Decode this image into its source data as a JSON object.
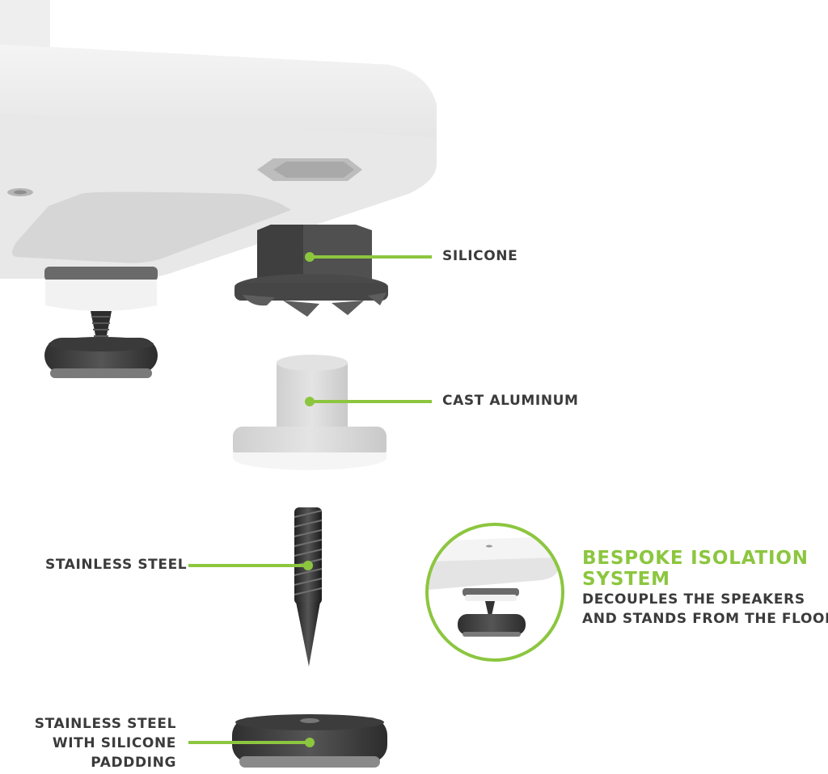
{
  "callouts": {
    "silicone": "SILICONE",
    "cast_aluminum": "CAST ALUMINUM",
    "stainless_steel": "STAINLESS STEEL",
    "pad_line1": "STAINLESS STEEL",
    "pad_line2": "WITH SILICONE",
    "pad_line3": "PADDDING"
  },
  "feature": {
    "title_line1": "BESPOKE ISOLATION",
    "title_line2": "SYSTEM",
    "desc_line1": "DECOUPLES THE SPEAKERS",
    "desc_line2": "AND STANDS FROM THE FLOOR"
  },
  "colors": {
    "accent": "#8cc63f",
    "text": "#3b3b3b",
    "stand": "#e9e9e9",
    "dark_part": "#4a4a4a",
    "aluminum": "#d9d9d9"
  }
}
